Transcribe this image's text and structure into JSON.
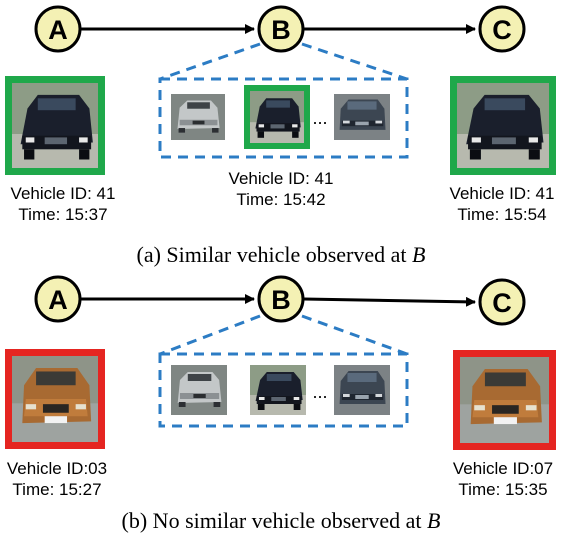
{
  "colors": {
    "node_fill": "#f4f1b4",
    "match_frame": "#1fa84a",
    "mismatch_frame": "#e52521",
    "group_dash": "#2c7cc4"
  },
  "panel_a": {
    "nodes": [
      "A",
      "B",
      "C"
    ],
    "left_vehicle": {
      "id": "Vehicle ID: 41",
      "time": "Time: 15:37",
      "color": "dark-suv"
    },
    "middle_vehicle": {
      "id": "Vehicle ID: 41",
      "time": "Time: 15:42"
    },
    "right_vehicle": {
      "id": "Vehicle ID: 41",
      "time": "Time: 15:54",
      "color": "dark-suv"
    },
    "candidates": [
      "silver-suv",
      "dark-suv",
      "ellipsis",
      "gray-wagon"
    ],
    "ellipsis": "...",
    "caption_prefix": "(a) Similar vehicle observed at ",
    "caption_var": "B"
  },
  "panel_b": {
    "nodes": [
      "A",
      "B",
      "C"
    ],
    "left_vehicle": {
      "id": "Vehicle ID:03",
      "time": "Time: 15:27",
      "color": "orange-suv"
    },
    "right_vehicle": {
      "id": "Vehicle ID:07",
      "time": "Time: 15:35",
      "color": "orange-suv"
    },
    "candidates": [
      "silver-suv",
      "dark-suv",
      "ellipsis",
      "gray-wagon"
    ],
    "ellipsis": "...",
    "caption_prefix": "(b) No similar vehicle observed at ",
    "caption_var": "B"
  }
}
